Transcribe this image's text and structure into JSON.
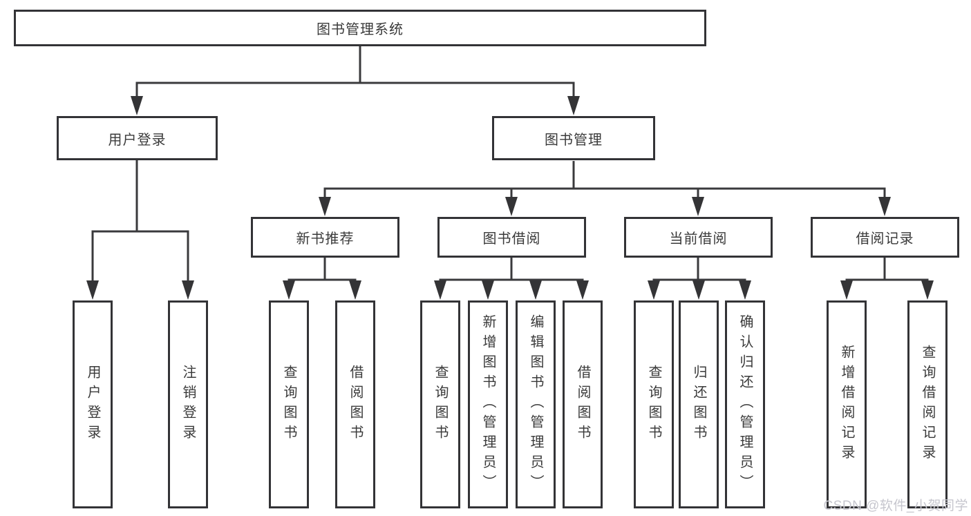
{
  "diagram": {
    "root": "图书管理系统",
    "level2": {
      "user_login": "用户登录",
      "book_mgmt": "图书管理"
    },
    "level3": {
      "new_books": "新书推荐",
      "borrowing": "图书借阅",
      "current": "当前借阅",
      "records": "借阅记录"
    },
    "leaves": {
      "login": [
        "用户登录",
        "注销登录"
      ],
      "new_books": [
        "查询图书",
        "借阅图书"
      ],
      "borrowing": [
        "查询图书",
        "新增图书（管理员）",
        "编辑图书（管理员）",
        "借阅图书"
      ],
      "current": [
        "查询图书",
        "归还图书",
        "确认归还（管理员）"
      ],
      "records": [
        "新增借阅记录",
        "查询借阅记录"
      ]
    }
  },
  "watermark": "CSDN @软件_小贺同学",
  "colors": {
    "line": "#3a3a3c",
    "box_background": "#ffffff",
    "text": "#3a3a3a",
    "watermark": "#c6c6ce"
  }
}
